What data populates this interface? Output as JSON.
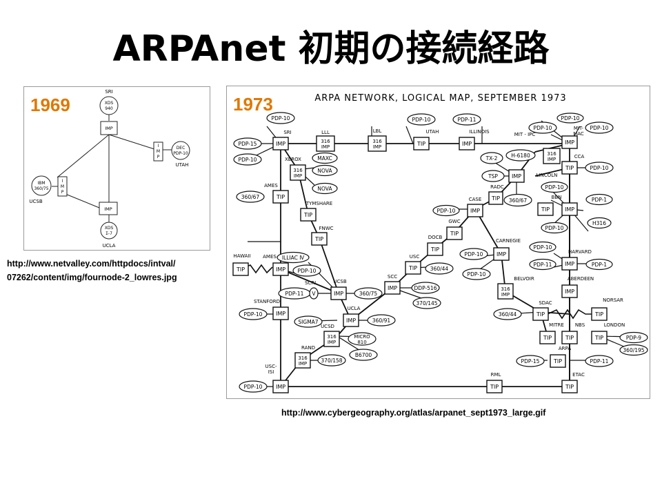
{
  "title": "ARPAnet 初期の接続経路",
  "map1969": {
    "year": "1969",
    "site_labels": {
      "sri": "SRI",
      "utah": "UTAH",
      "ucsb": "UCSB",
      "ucla": "UCLA"
    },
    "hosts": {
      "sri": [
        "XDS",
        "940"
      ],
      "utah": [
        "DEC",
        "PDP-10"
      ],
      "ucsb": [
        "IBM",
        "360/75"
      ],
      "ucla": [
        "XDS",
        "Σ-7"
      ]
    },
    "imp": "IMP",
    "imp_vertical": [
      "I",
      "M",
      "P"
    ],
    "url_lines": [
      "http://www.netvalley.com/httpdocs/intval/",
      "07262/content/img/fournode-2_lowres.jpg"
    ]
  },
  "map1973": {
    "year": "1973",
    "heading": "ARPA NETWORK, LOGICAL MAP, SEPTEMBER 1973",
    "url": "http://www.cybergeography.org/atlas/arpanet_sept1973_large.gif",
    "site_labels": {
      "sri": "SRI",
      "lll": "LLL",
      "lbl": "LBL",
      "utah": "UTAH",
      "illinois": "ILLINOIS",
      "mit_ipc": "MIT - IPC",
      "mit_mac": [
        "MIT-",
        "MAC"
      ],
      "xerox": "XEROX",
      "cca": "CCA",
      "ames_upper": "AMES",
      "lincoln": "LINCOLN",
      "radc": "RADC",
      "bbn": "BBN",
      "case": "CASE",
      "tymshare": "TYMSHARE",
      "gwc": "GWC",
      "docb": "DOCB",
      "fnwc": "FNWC",
      "carnegie": "CARNEGIE",
      "harvard": "HARVARD",
      "hawaii": "HAWAII",
      "ames_lower": "AMES",
      "usc": "USC",
      "belvoir": "BELVOIR",
      "aberdeen": "ABERDEEN",
      "scrl": "SCRL",
      "ucsb": "UCSB",
      "scc": "SCC",
      "stanford": "STANFORD",
      "sdac": "SDAC",
      "norsar": "NORSAR",
      "ucla": "UCLA",
      "mitre": "MITRE",
      "nbs": "NBS",
      "london": "LONDON",
      "ucsd": "UCSD",
      "arpa": "ARPA",
      "rand": "RAND",
      "usc_isi": [
        "USC-",
        "ISI"
      ],
      "rml": "RML",
      "etac": "ETAC"
    },
    "node": {
      "imp": "IMP",
      "tip": "TIP",
      "imp316": [
        "316",
        "IMP"
      ]
    },
    "hosts": {
      "pdp10": "PDP-10",
      "pdp11": "PDP-11",
      "pdp15": "PDP-15",
      "pdp1": "PDP-1",
      "pdp9": "PDP-9",
      "maxc": "MAXC",
      "nova": "NOVA",
      "tx2": "TX-2",
      "h6180": "H-6180",
      "tsp": "TSP",
      "ibm36067": "360/67",
      "h316": "H316",
      "illiac": "ILLIAC Ⅳ",
      "ibm36044": "360/44",
      "ibm36075": "360/75",
      "ddp516": "DDP-516",
      "ibm370145": "370/145",
      "sigma7": "SIGMA7",
      "ibm36091": "360/91",
      "micro810": [
        "MICRO",
        "810"
      ],
      "b6700": "B6700",
      "ibm370158": "370/158",
      "ibm360195": "360/195",
      "v": "V"
    }
  }
}
